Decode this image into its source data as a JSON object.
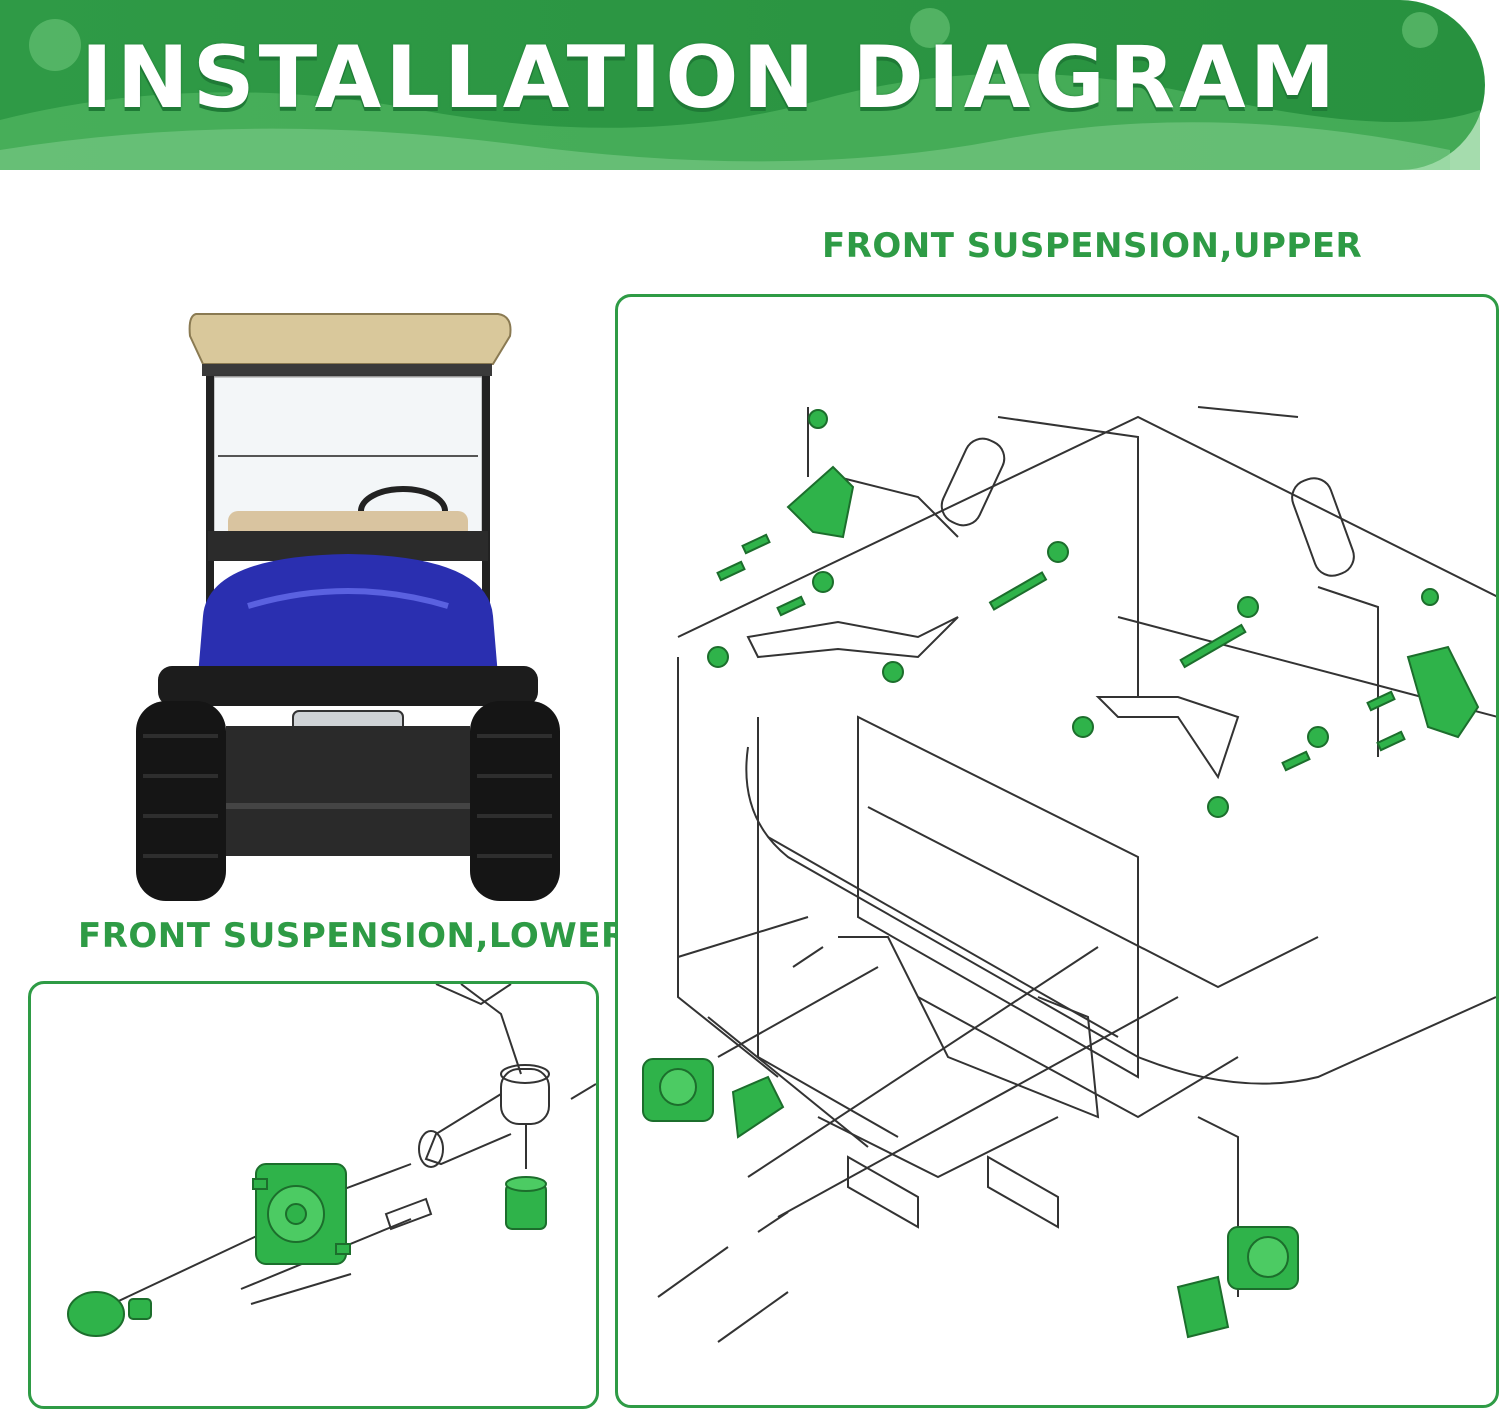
{
  "banner": {
    "title": "INSTALLATION DIAGRAM",
    "color": "#2e9b45"
  },
  "sections": {
    "upper_label": "FRONT SUSPENSION,UPPER",
    "lower_label": "FRONT SUSPENSION,LOWER"
  },
  "colors": {
    "accent_green": "#2e9b45",
    "part_green": "#2fb34a",
    "cart_body_blue": "#2a2fb0",
    "canopy_tan": "#d9c89b"
  }
}
